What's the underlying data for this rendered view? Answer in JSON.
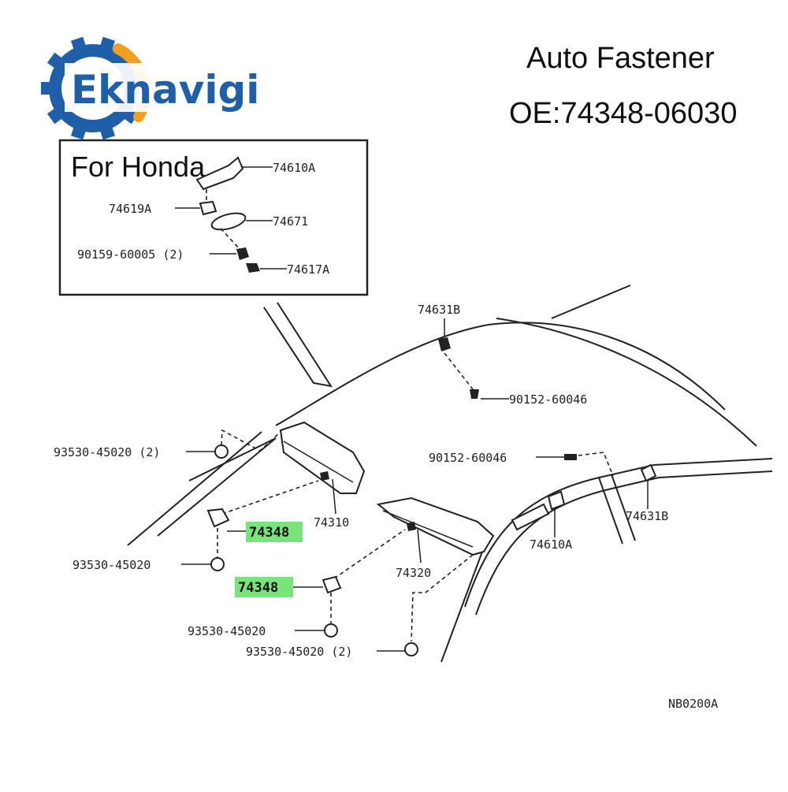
{
  "brand": {
    "name": "Eknavigi",
    "colors": {
      "gear": "#1f5fa8",
      "gear_arc": "#f0a020",
      "text": "#1f5fa8"
    },
    "icon": "gear-icon"
  },
  "header": {
    "product": "Auto Fastener",
    "oe_number": "OE:74348-06030",
    "fitment": "For  Honda"
  },
  "inset_labels": {
    "p74610A": "74610A",
    "p74619A": "74619A",
    "p74671": "74671",
    "p90159": "90159-60005 (2)",
    "p74617A": "74617A"
  },
  "labels": {
    "p74631B_top": "74631B",
    "p90152_a": "90152-60046",
    "p90152_b": "90152-60046",
    "p74631B_right": "74631B",
    "p74610A": "74610A",
    "p93530_2_top": "93530-45020 (2)",
    "p74310": "74310",
    "p74348_a": "74348",
    "p93530_a": "93530-45020",
    "p74320": "74320",
    "p74348_b": "74348",
    "p93530_b": "93530-45020",
    "p93530_2_bottom": "93530-45020 (2)",
    "diagram_code": "NB0200A"
  },
  "highlight_color": "#7be37b"
}
